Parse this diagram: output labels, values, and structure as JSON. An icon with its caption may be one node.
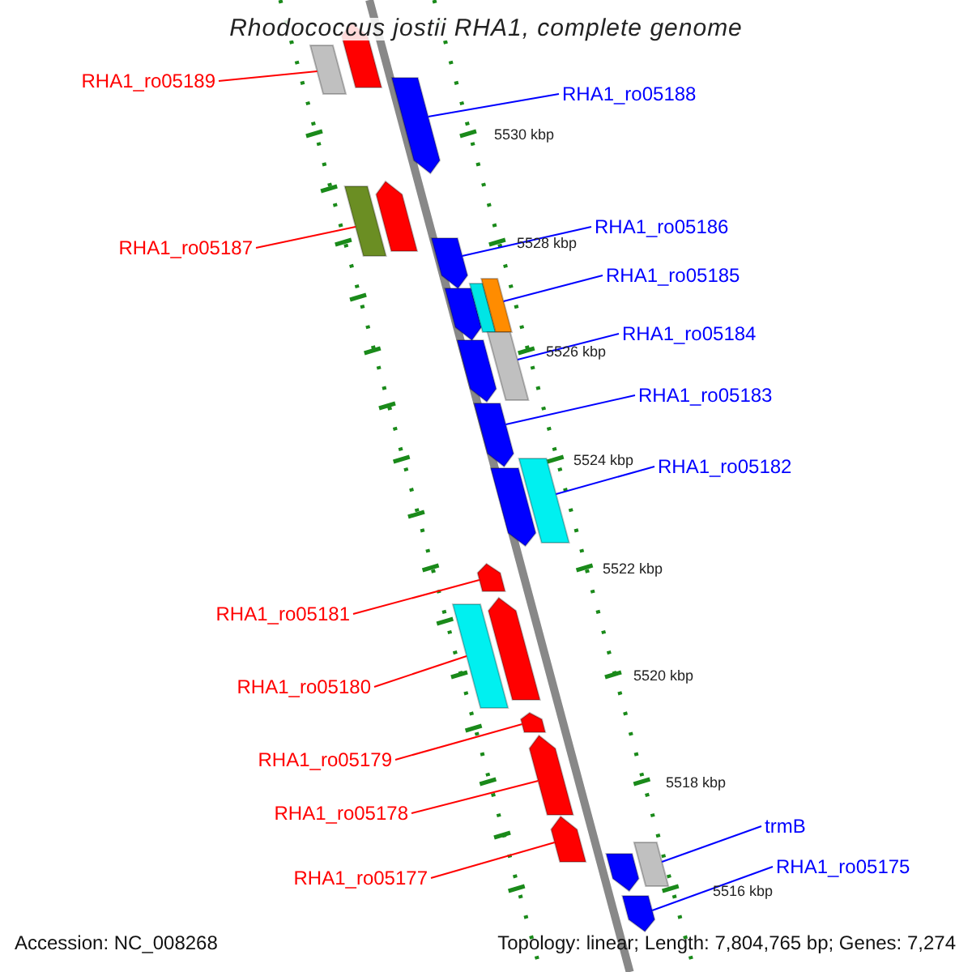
{
  "diagram": {
    "title": "Rhodococcus jostii RHA1, complete genome",
    "nodes": [
      {
        "text": [
          "RHA1_ro05189"
        ]
      },
      {
        "text": [
          "RHA1_ro05188"
        ]
      },
      {
        "text": [
          "RHA1_ro05187"
        ]
      },
      {
        "text": [
          "RHA1_ro05186"
        ]
      },
      {
        "text": [
          "RHA1_ro05185"
        ]
      },
      {
        "text": [
          "RHA1_ro05184"
        ]
      },
      {
        "text": [
          "RHA1_ro05183"
        ]
      },
      {
        "text": [
          "RHA1_ro05182"
        ]
      },
      {
        "text": [
          "RHA1_ro05181"
        ]
      },
      {
        "text": [
          "RHA1_ro05180"
        ]
      },
      {
        "text": [
          "RHA1_ro05179"
        ]
      },
      {
        "text": [
          "RHA1_ro05178"
        ]
      },
      {
        "text": [
          "RHA1_ro05177"
        ]
      },
      {
        "text": [
          "trmB"
        ]
      },
      {
        "text": [
          "RHA1_ro05175"
        ]
      },
      {
        "text": [],
        "shape": "bar"
      },
      {
        "text": [],
        "shape": "bar"
      },
      {
        "text": [],
        "shape": "bar"
      },
      {
        "text": [],
        "shape": "bar"
      },
      {
        "text": [],
        "shape": "bar"
      },
      {
        "text": [],
        "shape": "bar"
      },
      {
        "text": [],
        "shape": "bar"
      },
      {
        "text": [],
        "shape": "bar"
      },
      {
        "text": [],
        "shape": "bar"
      },
      {
        "text": [],
        "shape": "bar"
      },
      {
        "text": [],
        "shape": "bar"
      },
      {
        "text": [],
        "shape": "bar"
      },
      {
        "text": [],
        "shape": "bar"
      },
      {
        "text": [],
        "shape": "bar"
      },
      {
        "text": [],
        "shape": "bar"
      },
      {
        "text": [],
        "shape": "bar"
      },
      {
        "text": [],
        "shape": "bar"
      },
      {
        "text": [],
        "shape": "bar"
      },
      {
        "text": [],
        "shape": "bar"
      },
      {
        "text": [],
        "shape": "bar"
      },
      {
        "text": [],
        "shape": "bar"
      },
      {
        "text": [],
        "shape": "bar"
      },
      {
        "text": [],
        "shape": "bar"
      }
    ],
    "edges": [
      {
        "from": 0,
        "to": 15,
        "arrow": "none",
        "color": "#ff0000"
      },
      {
        "from": 1,
        "to": 17,
        "arrow": "none"
      },
      {
        "from": 2,
        "to": 18,
        "arrow": "none",
        "color": "#ff0000"
      },
      {
        "from": 3,
        "to": 20,
        "arrow": "none"
      },
      {
        "from": 4,
        "to": 23,
        "arrow": "none"
      },
      {
        "from": 5,
        "to": 25,
        "arrow": "none"
      },
      {
        "from": 6,
        "to": 26,
        "arrow": "none"
      },
      {
        "from": 7,
        "to": 28,
        "arrow": "none"
      },
      {
        "from": 8,
        "to": 29,
        "arrow": "none",
        "color": "#ff0000"
      },
      {
        "from": 9,
        "to": 30,
        "arrow": "none",
        "color": "#ff0000"
      },
      {
        "from": 10,
        "to": 32,
        "arrow": "none",
        "color": "#ff0000"
      },
      {
        "from": 11,
        "to": 33,
        "arrow": "none",
        "color": "#ff0000"
      },
      {
        "from": 12,
        "to": 34,
        "arrow": "none",
        "color": "#ff0000"
      },
      {
        "from": 13,
        "to": 36,
        "arrow": "none"
      },
      {
        "from": 14,
        "to": 37,
        "arrow": "none"
      }
    ],
    "labels": [
      "5530 kbp",
      "5528 kbp",
      "5526 kbp",
      "5524 kbp",
      "5522 kbp",
      "5520 kbp",
      "5518 kbp",
      "5516 kbp",
      "Accession: NC_008268",
      "Topology: linear; Length: 7,804,765 bp; Genes: 7,274"
    ]
  }
}
